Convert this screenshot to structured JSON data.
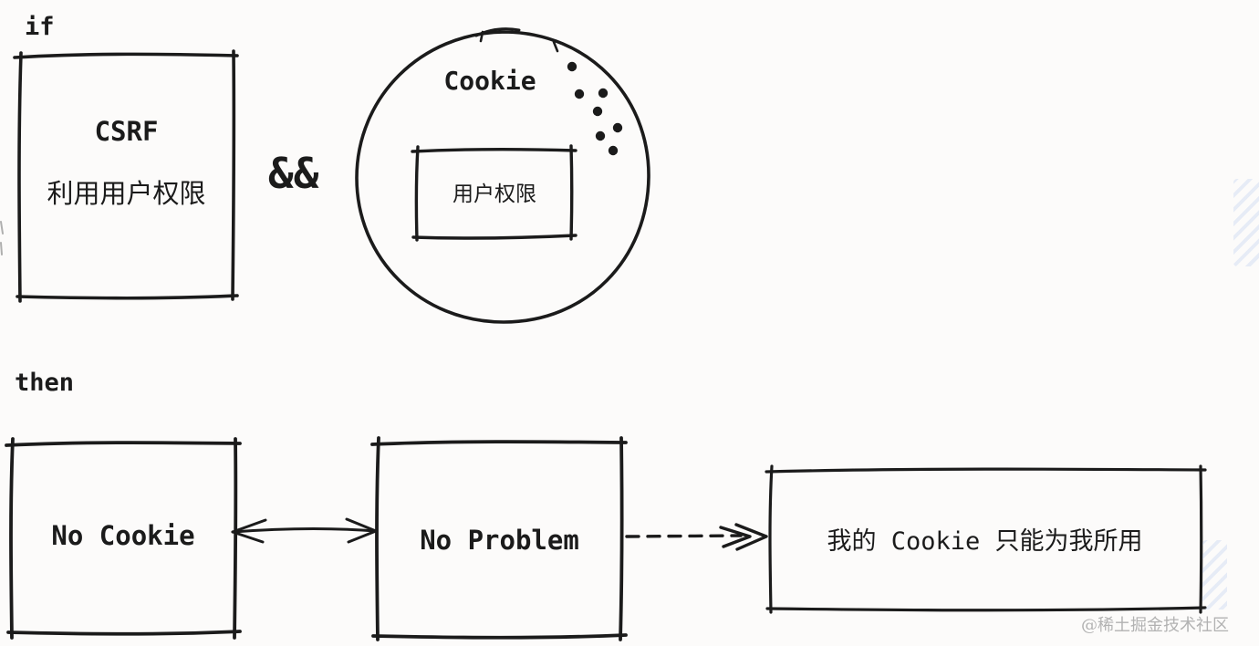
{
  "palette": {
    "ink": "#1b1b1b",
    "background": "#fcfbfa",
    "watermark_color": "#b2b2b2"
  },
  "condition_section": {
    "keyword": "if",
    "operator": "&&",
    "csrf_box": {
      "title": "CSRF",
      "subtitle": "利用用户权限"
    },
    "cookie_circle": {
      "label": "Cookie",
      "inner_box_label": "用户权限",
      "crumb_dot_count": 7
    }
  },
  "result_section": {
    "keyword": "then",
    "no_cookie_box": {
      "label": "No Cookie"
    },
    "no_problem_box": {
      "label": "No Problem"
    },
    "conclusion_box": {
      "label": "我的 Cookie 只能为我所用"
    }
  },
  "watermark": {
    "text": "@稀土掘金技术社区"
  }
}
